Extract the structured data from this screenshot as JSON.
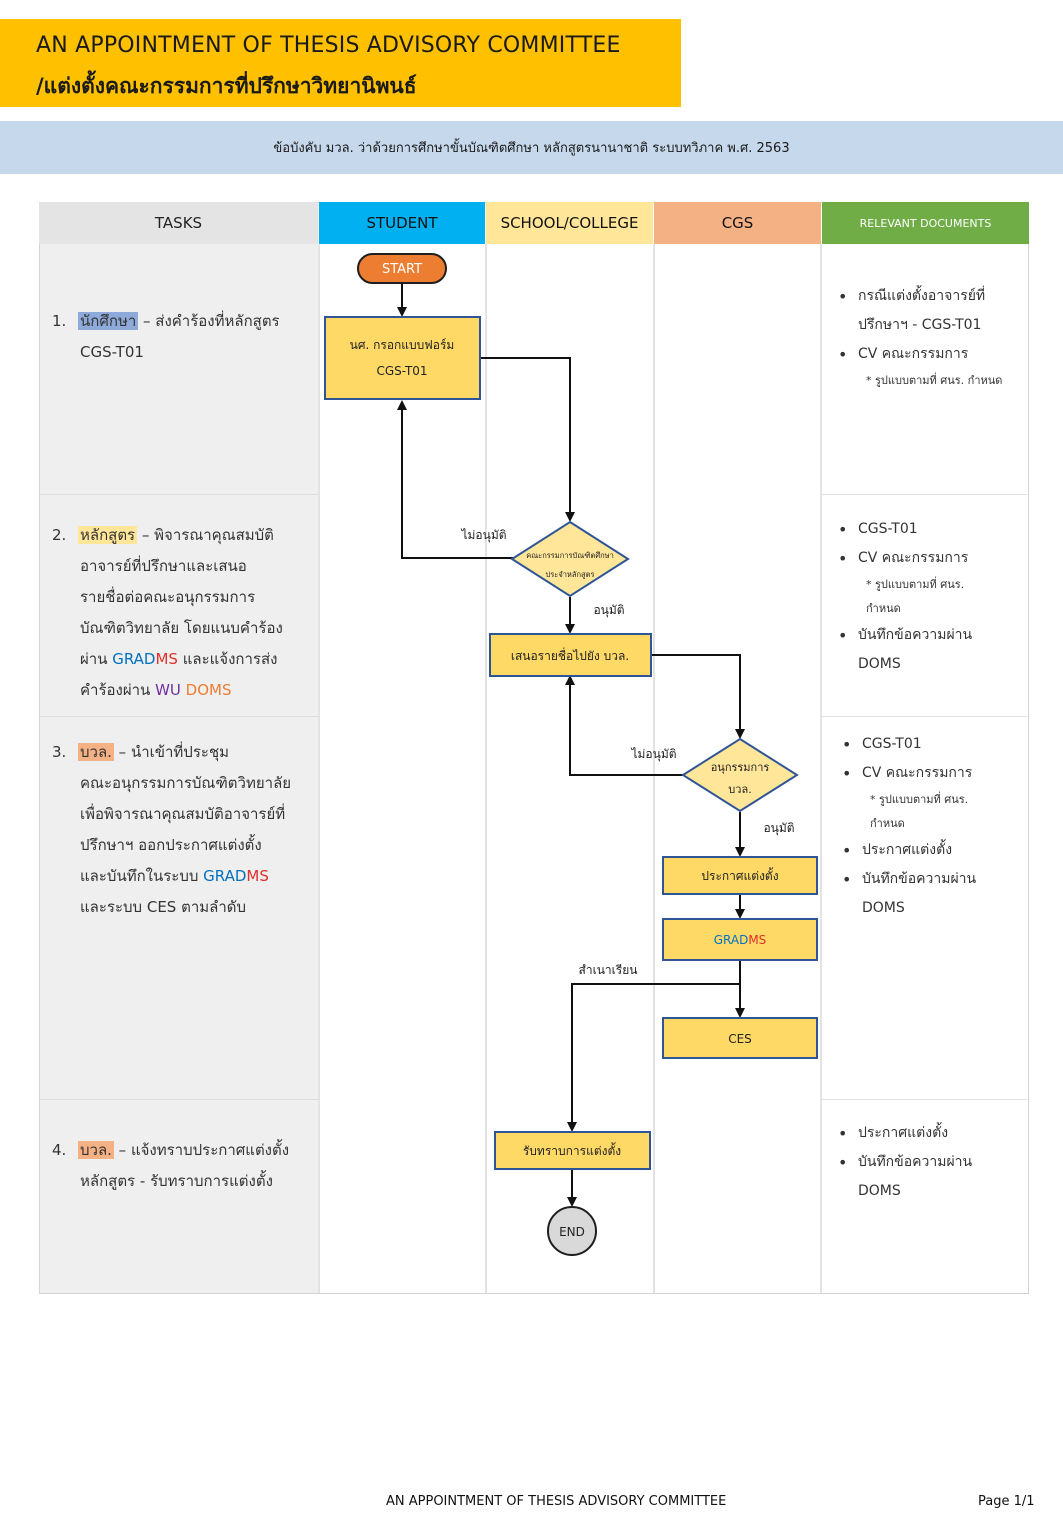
{
  "title": {
    "line1": "AN APPOINTMENT OF THESIS ADVISORY COMMITTEE",
    "line2": "/แต่งตั้งคณะกรรมการที่ปรึกษาวิทยานิพนธ์"
  },
  "regulation": "ข้อบังคับ มวล. ว่าด้วยการศึกษาขั้นบัณฑิตศึกษา หลักสูตรนานาชาติ ระบบทวิภาค พ.ศ. 2563",
  "headers": {
    "tasks": "TASKS",
    "student": "STUDENT",
    "school": "SCHOOL/COLLEGE",
    "cgs": "CGS",
    "docs": "RELEVANT DOCUMENTS"
  },
  "tasks": [
    {
      "num": "1.",
      "tag": "นักศึกษา",
      "line1_rest": " – ส่งคำร้องที่หลักสูตร",
      "line2": "CGS-T01"
    },
    {
      "num": "2.",
      "tag": "หลักสูตร",
      "line1_rest": " – พิจารณาคุณสมบัติ",
      "line2": "อาจารย์ที่ปรึกษาและเสนอ",
      "line3": "รายชื่อต่อคณะอนุกรรมการ",
      "line4": "บัณฑิตวิทยาลัย โดยแนบคำร้อง",
      "line5_pre": "ผ่าน ",
      "gradms_a": "GRAD",
      "gradms_b": "MS",
      "line5_post": " และแจ้งการส่ง",
      "line6_pre": "คำร้องผ่าน ",
      "wu": "WU",
      "doms": " DOMS"
    },
    {
      "num": "3.",
      "tag": "บวล.",
      "line1_rest": " – นำเข้าที่ประชุม",
      "line2": "คณะอนุกรรมการบัณฑิตวิทยาลัย",
      "line3": "เพื่อพิจารณาคุณสมบัติอาจารย์ที่",
      "line4": "ปรึกษาฯ ออกประกาศแต่งตั้ง",
      "line5_pre": "และบันทึกในระบบ ",
      "gradms_a": "GRAD",
      "gradms_b": "MS",
      "line6": "และระบบ CES ตามลำดับ"
    },
    {
      "num": "4.",
      "tag": "บวล.",
      "line1_rest": " – แจ้งทราบประกาศแต่งตั้ง",
      "line2": "หลักสูตร - รับทราบการแต่งตั้ง"
    }
  ],
  "docs": {
    "row1": {
      "item1_a": "กรณีแต่งตั้งอาจารย์ที่",
      "item1_b": "ปรึกษาฯ - CGS-T01",
      "item2": "CV คณะกรรมการ",
      "note": "* รูปแบบตามที่ ศนร. กำหนด"
    },
    "row2": {
      "item1": "CGS-T01",
      "item2": "CV คณะกรรมการ",
      "note_a": "* รูปแบบตามที่ ศนร.",
      "note_b": "กำหนด",
      "item3_a": "บันทึกข้อความผ่าน",
      "item3_b": "DOMS"
    },
    "row3": {
      "item1": "CGS-T01",
      "item2": "CV คณะกรรมการ",
      "note_a": "* รูปแบบตามที่ ศนร.",
      "note_b": "กำหนด",
      "item3": "ประกาศแต่งตั้ง",
      "item4_a": "บันทึกข้อความผ่าน",
      "item4_b": "DOMS"
    },
    "row4": {
      "item1": "ประกาศแต่งตั้ง",
      "item2_a": "บันทึกข้อความผ่าน",
      "item2_b": "DOMS"
    }
  },
  "flow": {
    "start": "START",
    "end": "END",
    "student_form_a": "นศ. กรอกแบบฟอร์ม",
    "student_form_b": "CGS-T01",
    "decision1_a": "คณะกรรมการบัณฑิตศึกษา",
    "decision1_b": "ประจำหลักสูตร",
    "reject1": "ไม่อนุมัติ",
    "approve1": "อนุมัติ",
    "submit_names": "เสนอรายชื่อไปยัง บวล.",
    "decision2_a": "อนุกรรมการ",
    "decision2_b": "บวล.",
    "reject2": "ไม่อนุมัติ",
    "approve2": "อนุมัติ",
    "announce": "ประกาศแต่งตั้ง",
    "gradms_a": "GRAD",
    "gradms_b": "MS",
    "copy_to": "สำเนาเรียน",
    "ces": "CES",
    "acknowledge": "รับทราบการแต่งตั้ง"
  },
  "colors": {
    "title_bg": "#ffc000",
    "band_bg": "#c6d9ec",
    "student": "#00b0f0",
    "school": "#ffe699",
    "cgs": "#f4b183",
    "docs": "#70ad47",
    "box_fill": "#ffd966",
    "box_border": "#2f5597",
    "start_fill": "#ed7d31",
    "end_fill": "#d9d9d9"
  },
  "footer": {
    "title": "AN APPOINTMENT OF THESIS ADVISORY COMMITTEE",
    "page": "Page 1/1"
  }
}
